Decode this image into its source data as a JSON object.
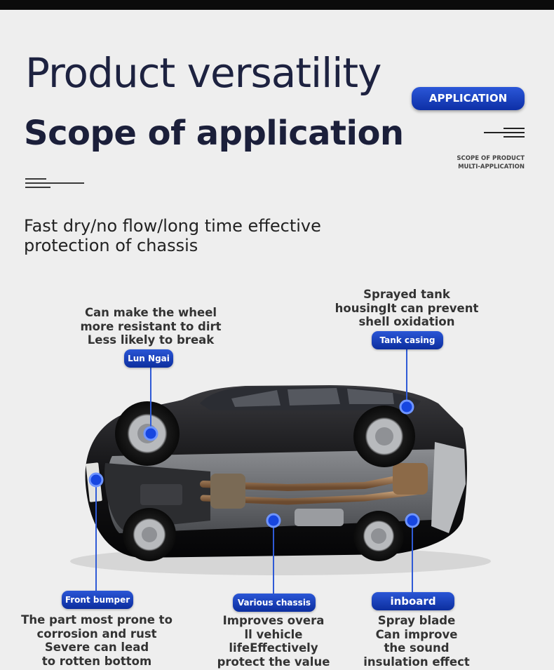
{
  "header": {
    "title_light": "Product versatility",
    "title_bold": "Scope of application",
    "badge_label": "APPLICATION",
    "scope_line1": "SCOPE OF PRODUCT",
    "scope_line2": "MULTI-APPLICATION"
  },
  "subtitle": {
    "line1": "Fast dry/no flow/long time effective",
    "line2": "protection of chassis"
  },
  "callouts": {
    "wheel": {
      "label": "Lun Ngai",
      "lines": [
        "Can make the wheel",
        "more resistant to dirt",
        "Less likely to break"
      ]
    },
    "tank": {
      "label": "Tank casing",
      "lines": [
        "Sprayed tank",
        "housingIt can prevent",
        "shell oxidation"
      ]
    },
    "bumper": {
      "label": "Front bumper",
      "lines": [
        "The part most prone to",
        "corrosion and rust",
        "Severe can lead",
        "to rotten bottom"
      ]
    },
    "chassis": {
      "label": "Various chassis",
      "lines": [
        "Improves overa",
        "ll vehicle",
        "lifeEffectively",
        "protect the value"
      ]
    },
    "inboard": {
      "label": "inboard",
      "lines": [
        "Spray blade",
        "Can improve",
        "the sound",
        "insulation effect"
      ]
    }
  },
  "colors": {
    "accent_blue": "#1a3fc4",
    "title_navy": "#1b1f3a",
    "background": "#eeeeee"
  }
}
